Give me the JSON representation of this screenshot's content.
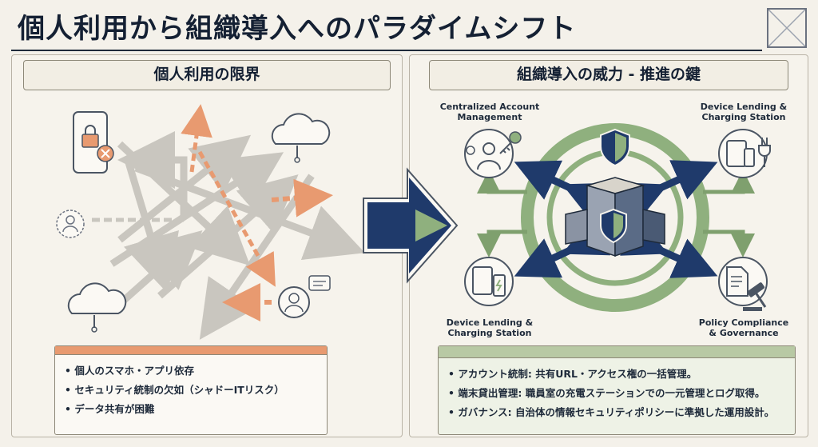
{
  "title": "個人利用から組織導入へのパラダイムシフト",
  "left_panel": {
    "heading": "個人利用の限界",
    "bullets": [
      "個人のスマホ・アプリ依存",
      "セキュリティ統制の欠如（シャドーITリスク）",
      "データ共有が困難"
    ]
  },
  "right_panel": {
    "heading": "組織導入の威力 - 推進の鍵",
    "nodes": {
      "top_left": {
        "line1": "Centralized Account",
        "line2": "Management"
      },
      "top_right": {
        "line1": "Device Lending &",
        "line2": "Charging Station"
      },
      "bottom_left": {
        "line1": "Device Lending &",
        "line2": "Charging Station"
      },
      "bottom_right": {
        "line1": "Policy Compliance",
        "line2": "& Governance"
      }
    },
    "bullets": [
      "アカウント統制: 共有URL・アクセス権の一括管理。",
      "端末貸出管理: 職員室の充電ステーションでの一元管理とログ取得。",
      "ガバナンス: 自治体の情報セキュリティポリシーに準拠した運用設計。"
    ]
  },
  "colors": {
    "navy": "#1f3a6b",
    "green": "#8fb07e",
    "orange": "#e89a70",
    "gray_arrow": "#c9c6bf"
  },
  "icons": [
    "phone-lock-icon",
    "cloud-icon",
    "user-icon",
    "chat-user-icon",
    "shield-icon",
    "firewall-tower-icon",
    "key-icon",
    "tablet-phone-icon",
    "plug-icon",
    "gavel-document-icon"
  ]
}
